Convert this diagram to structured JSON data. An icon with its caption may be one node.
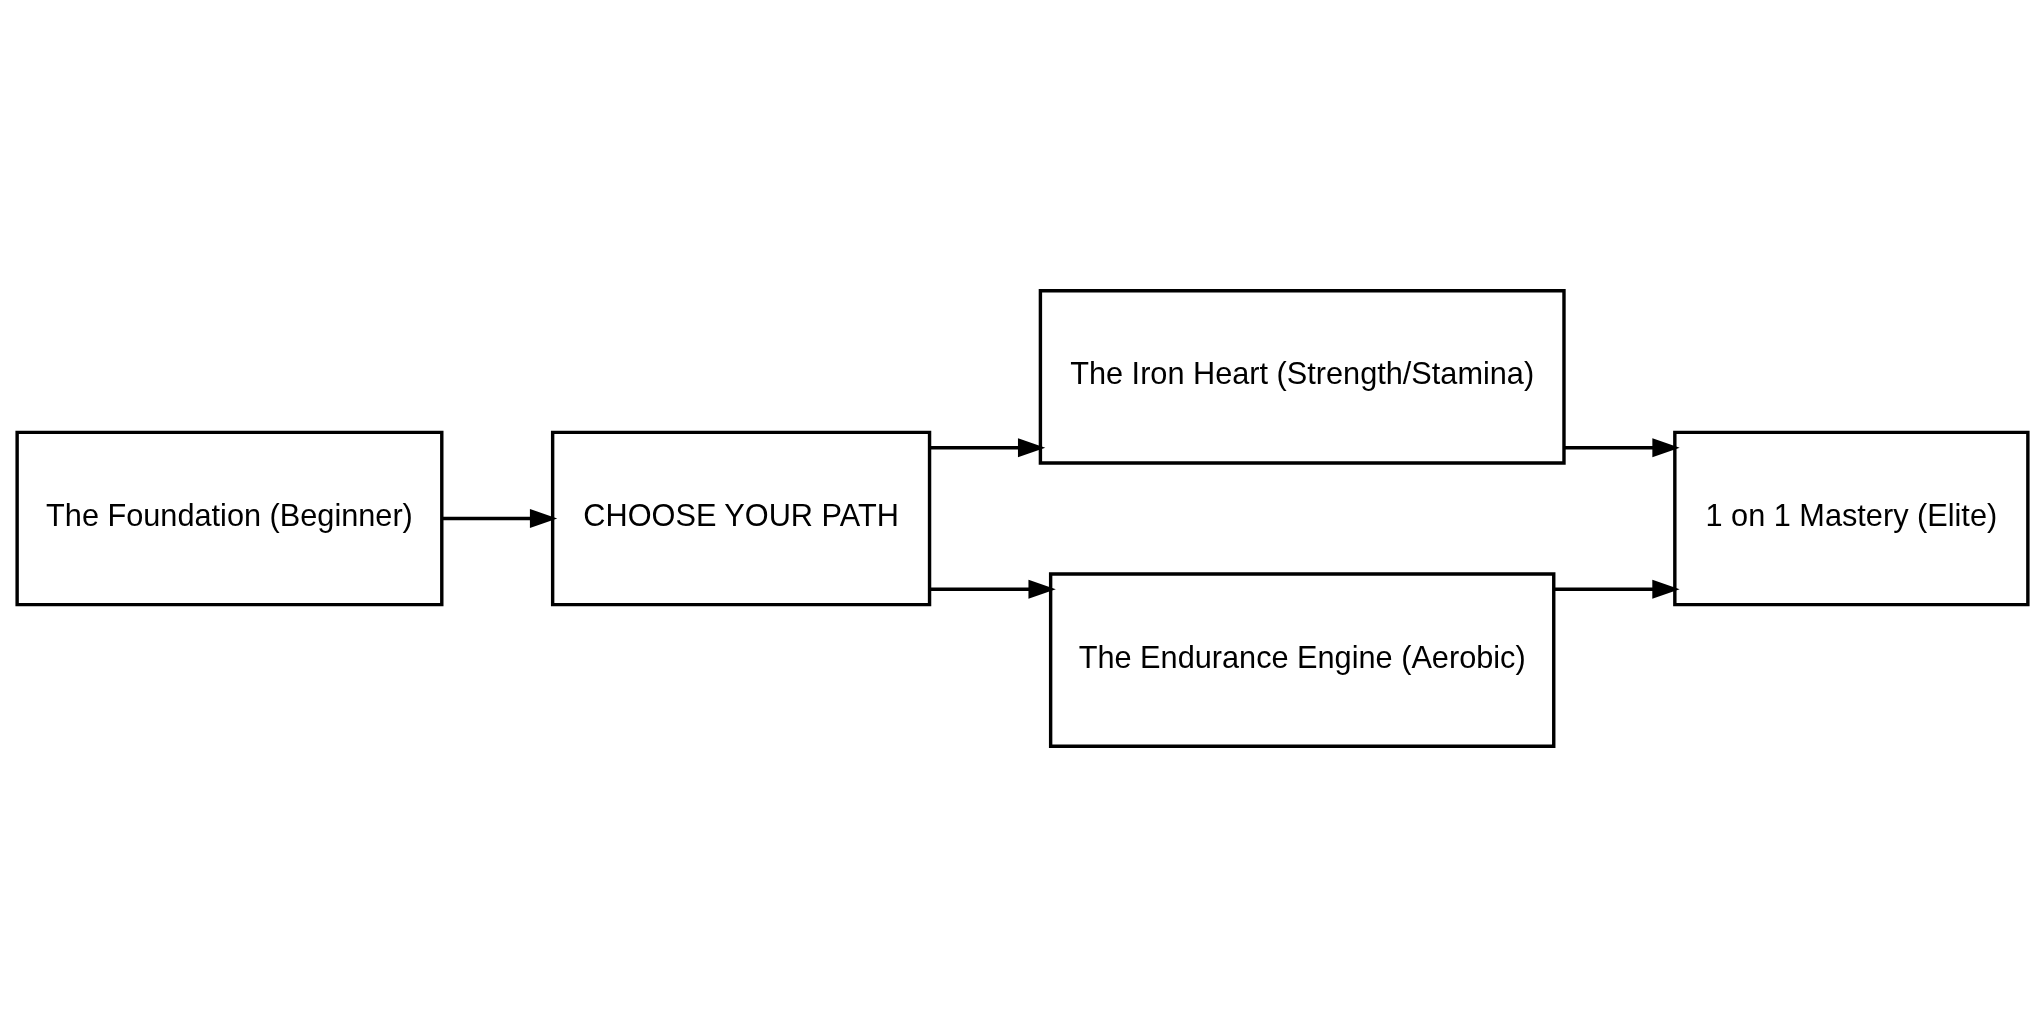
{
  "diagram": {
    "nodes": [
      {
        "text": [
          "The Foundation (Beginner)"
        ]
      },
      {
        "text": [
          "CHOOSE YOUR PATH"
        ]
      },
      {
        "text": [
          "The Iron Heart (Strength/Stamina)"
        ]
      },
      {
        "text": [
          "The Endurance Engine (Aerobic)"
        ]
      },
      {
        "text": [
          "1 on 1 Mastery (Elite)"
        ]
      }
    ],
    "edges": [
      {
        "from": 0,
        "to": 1,
        "arrow": "to"
      },
      {
        "from": 1,
        "to": 2,
        "arrow": "to"
      },
      {
        "from": 1,
        "to": 3,
        "arrow": "to"
      },
      {
        "from": 2,
        "to": 4,
        "arrow": "to"
      },
      {
        "from": 3,
        "to": 4,
        "arrow": "to"
      }
    ]
  }
}
